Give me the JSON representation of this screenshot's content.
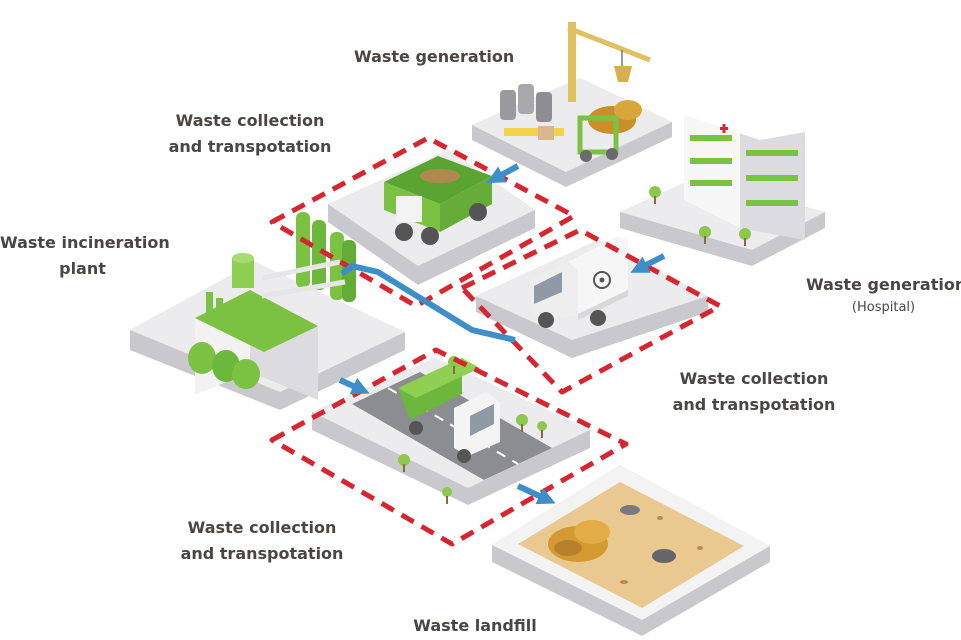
{
  "labels": {
    "waste_generation_top": "Waste generation",
    "collection_top_line1": "Waste collection",
    "collection_top_line2": "and transpotation",
    "incineration_line1": "Waste incineration",
    "incineration_line2": "plant",
    "hospital_title": "Waste generation",
    "hospital_sub": "(Hospital)",
    "collection_mid_line1": "Waste collection",
    "collection_mid_line2": "and transpotation",
    "collection_bottom_line1": "Waste collection",
    "collection_bottom_line2": "and transpotation",
    "landfill": "Waste landfill"
  },
  "colors": {
    "accent_green": "#7cc242",
    "dark_green": "#4f9a2c",
    "dash_red": "#d7262f",
    "flow_blue": "#3d8ec9",
    "tile_top": "#ececee",
    "tile_side": "#c9c9cd",
    "sand": "#e9c98f",
    "label_text": "#4b4543"
  },
  "icons": {
    "construction_site": "construction-site-icon",
    "dump_truck": "dump-truck-icon",
    "hospital": "hospital-building-icon",
    "biohazard_truck": "biohazard-truck-icon",
    "incinerator": "incineration-plant-icon",
    "garbage_truck": "garbage-truck-icon",
    "landfill": "landfill-icon"
  }
}
